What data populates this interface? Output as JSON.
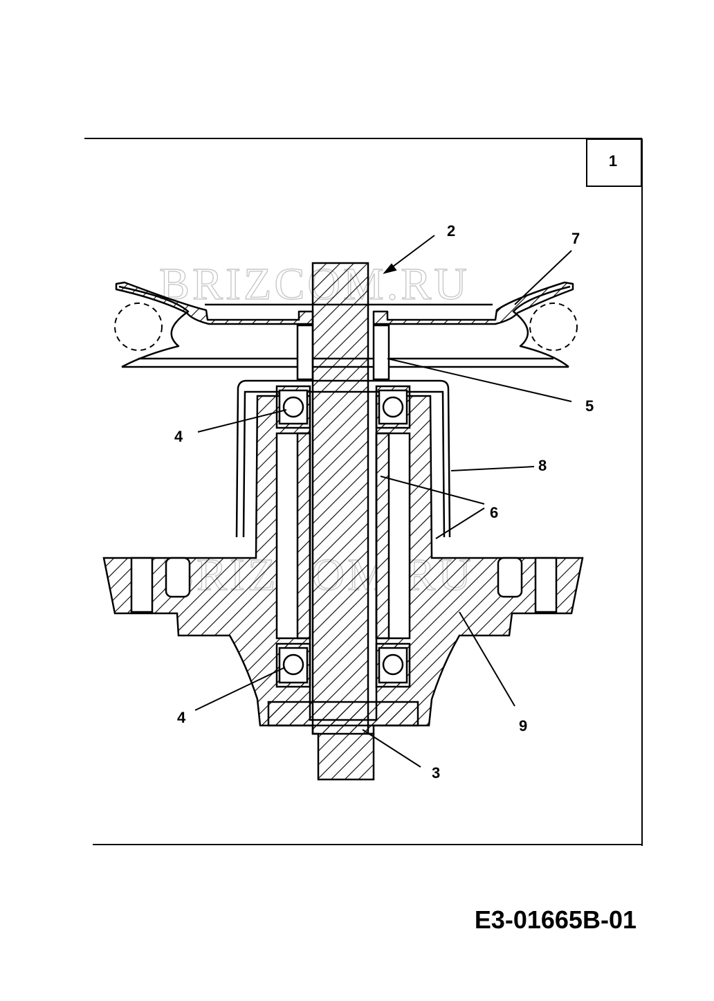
{
  "frame": {
    "panel_number": "1"
  },
  "callouts": [
    {
      "id": "callout-2",
      "text": "2"
    },
    {
      "id": "callout-7",
      "text": "7"
    },
    {
      "id": "callout-5",
      "text": "5"
    },
    {
      "id": "callout-4-top",
      "text": "4"
    },
    {
      "id": "callout-8",
      "text": "8"
    },
    {
      "id": "callout-6",
      "text": "6"
    },
    {
      "id": "callout-4-bottom",
      "text": "4"
    },
    {
      "id": "callout-9",
      "text": "9"
    },
    {
      "id": "callout-3",
      "text": "3"
    }
  ],
  "watermark": "BRIZCOM.RU",
  "drawing_code": "E3-01665B-01",
  "colors": {
    "line": "#000000",
    "watermark": "#c8c8c8"
  }
}
